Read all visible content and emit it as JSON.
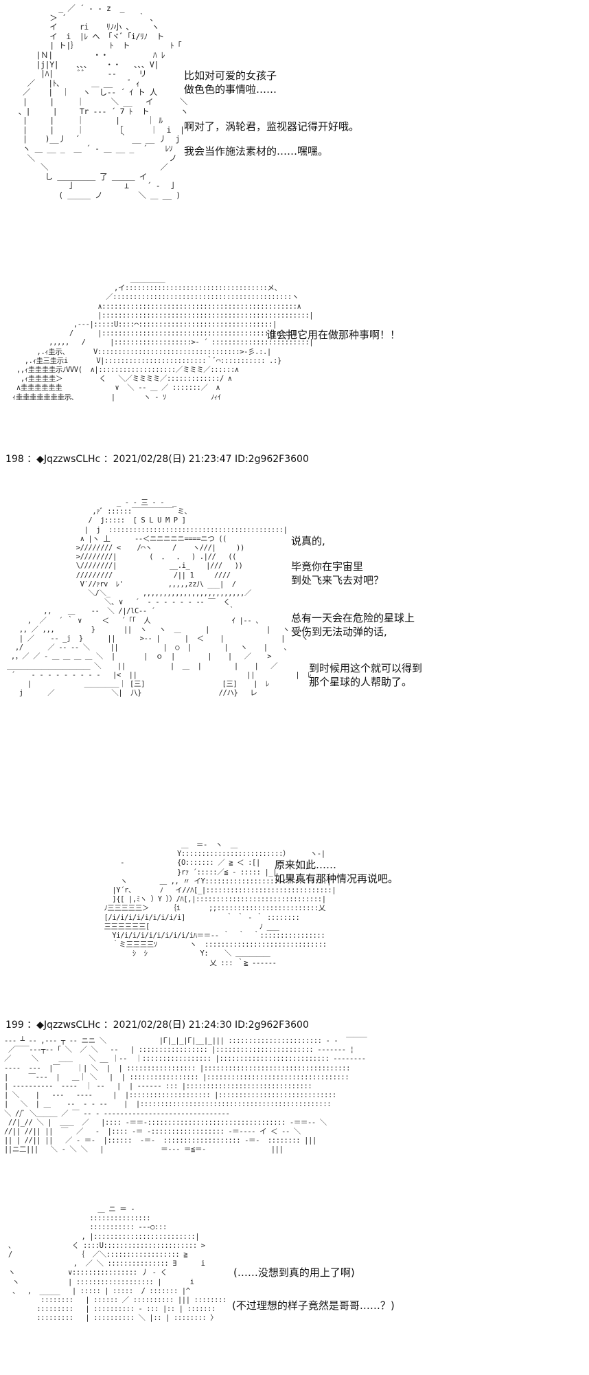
{
  "posts": [
    {
      "id": "post-198-prelude",
      "dialogue": [
        "比如对可爱的女孩子",
        "做色色的事情啦……",
        "啊对了，涡轮君，监视器记得开好哦。",
        "我会当作施法素材的……嘿嘿。"
      ],
      "reply": [
        "谁会把它用在做那种事啊！！"
      ]
    },
    {
      "id": "post-198",
      "header": "198 ：◆JqzzwsCLHc ：2021/02/28(日) 21:23:47 ID:2g962F3600",
      "slump_label": "[ S L U M P ]",
      "dialogue": [
        "说真的,",
        "毕竟你在宇宙里",
        "到处飞来飞去对吧？",
        "总有一天会在危险的星球上",
        "受伤到无法动弹的话,",
        "到时候用这个就可以得到",
        "那个星球的人帮助了。"
      ],
      "reply": [
        "原来如此……",
        "如果真有那种情况再说吧。"
      ]
    },
    {
      "id": "post-199",
      "header": "199 ：◆JqzzwsCLHc ：2021/02/28(日) 21:24:30 ID:2g962F3600",
      "dialogue": [
        "(……没想到真的用上了啊)",
        "(不过理想的样子竟然是哥哥……？)"
      ]
    }
  ]
}
